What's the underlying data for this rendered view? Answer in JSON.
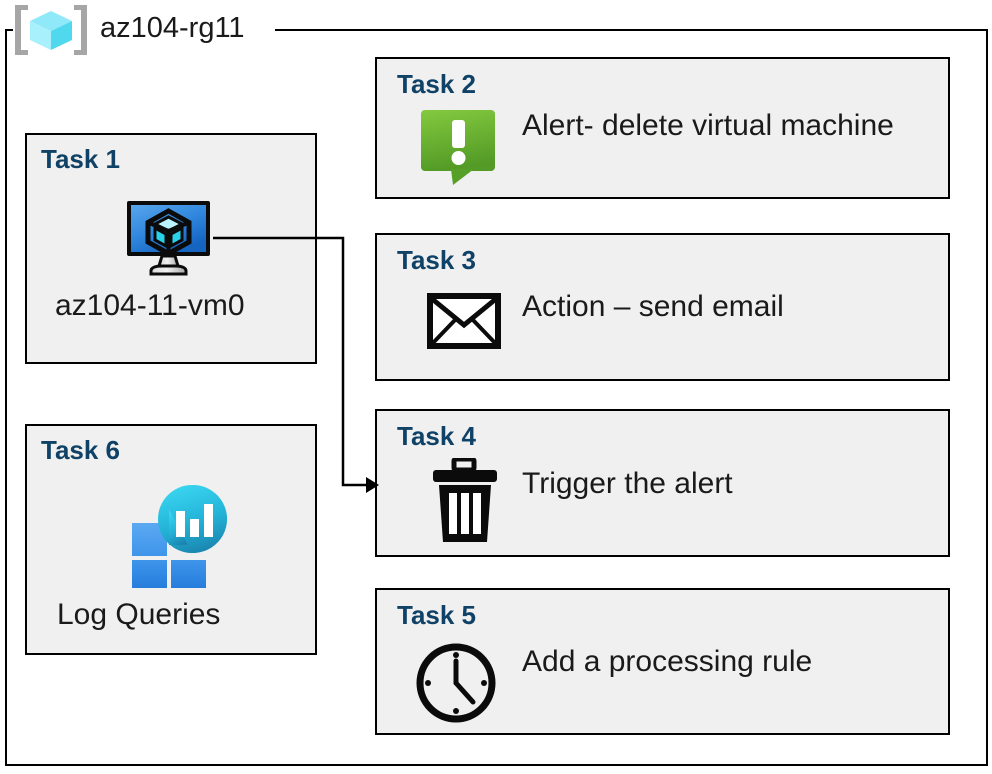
{
  "resource_group": {
    "name": "az104-rg11",
    "icon": "resource-group-cube-icon"
  },
  "colors": {
    "task_label": "#0f4266",
    "box_fill": "#f0f0f0",
    "box_border": "#000000",
    "alert_green_light": "#7ac143",
    "alert_green_dark": "#5a9e2a",
    "vm_blue_light": "#4c9fe8",
    "vm_blue_dark": "#1565c0",
    "log_cyan_light": "#32d0ee",
    "log_cyan_dark": "#1b8cb5",
    "log_square_light": "#4e9ff0",
    "log_square_dark": "#2b87e3",
    "cube_icon_cyan": "#7fe3f5",
    "bracket_gray": "#a6a6a6"
  },
  "tasks": [
    {
      "id": "task1",
      "label": "Task 1",
      "text": "az104-11-vm0",
      "icon": "virtual-machine-icon"
    },
    {
      "id": "task2",
      "label": "Task 2",
      "text": "Alert- delete virtual machine",
      "icon": "alert-exclamation-icon"
    },
    {
      "id": "task3",
      "label": "Task 3",
      "text": "Action – send email",
      "icon": "envelope-icon"
    },
    {
      "id": "task4",
      "label": "Task 4",
      "text": "Trigger the alert",
      "icon": "trash-can-icon"
    },
    {
      "id": "task5",
      "label": "Task 5",
      "text": "Add a processing rule",
      "icon": "clock-icon"
    },
    {
      "id": "task6",
      "label": "Task 6",
      "text": "Log Queries",
      "icon": "log-analytics-icon"
    }
  ],
  "connector": {
    "from": "task1-virtual-machine-icon",
    "to": "task4-box",
    "arrow": "arrowhead-right"
  }
}
